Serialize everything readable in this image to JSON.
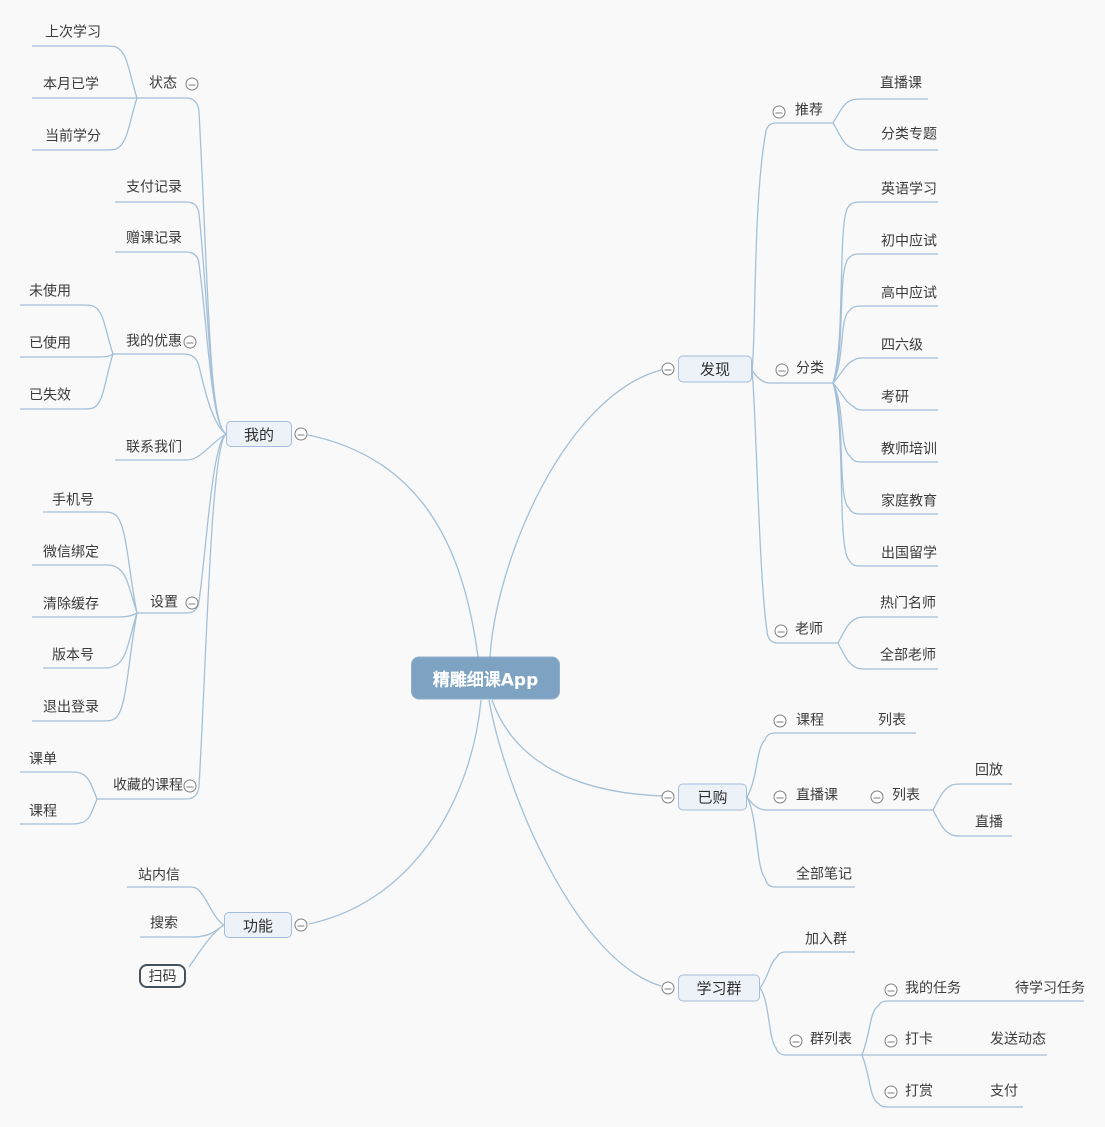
{
  "colors": {
    "background": "#f9f9f9",
    "edge_line": "#a3c0d8",
    "topic_fill": "#ecf2f8",
    "topic_border": "#a3bedb",
    "root_fill": "#7ea3c2",
    "root_text": "#ffffff",
    "scan_border": "#43525c",
    "text": "#3b3b3b",
    "collapse_icon": "#7f7f7f"
  },
  "mindmap": {
    "root": "精雕细课App",
    "my": {
      "label": "我的",
      "status": {
        "label": "状态",
        "children": [
          "上次学习",
          "本月已学",
          "当前学分"
        ]
      },
      "payment_record": "支付记录",
      "gift_record": "赠课记录",
      "coupons": {
        "label": "我的优惠",
        "children": [
          "未使用",
          "已使用",
          "已失效"
        ]
      },
      "contact": "联系我们",
      "settings": {
        "label": "设置",
        "children": [
          "手机号",
          "微信绑定",
          "清除缓存",
          "版本号",
          "退出登录"
        ]
      },
      "favorites": {
        "label": "收藏的课程",
        "children": [
          "课单",
          "课程"
        ]
      }
    },
    "features": {
      "label": "功能",
      "children": [
        "站内信",
        "搜索",
        "扫码"
      ]
    },
    "discover": {
      "label": "发现",
      "recommend": {
        "label": "推荐",
        "children": [
          "直播课",
          "分类专题"
        ]
      },
      "category": {
        "label": "分类",
        "children": [
          "英语学习",
          "初中应试",
          "高中应试",
          "四六级",
          "考研",
          "教师培训",
          "家庭教育",
          "出国留学"
        ]
      },
      "teachers": {
        "label": "老师",
        "children": [
          "热门名师",
          "全部老师"
        ]
      }
    },
    "purchased": {
      "label": "已购",
      "courses": {
        "label": "课程",
        "list": "列表"
      },
      "live": {
        "label": "直播课",
        "list": {
          "label": "列表",
          "children": [
            "回放",
            "直播"
          ]
        }
      },
      "notes": "全部笔记"
    },
    "study_group": {
      "label": "学习群",
      "join": "加入群",
      "group_list": {
        "label": "群列表",
        "my_tasks": {
          "label": "我的任务",
          "child": "待学习任务"
        },
        "check_in": {
          "label": "打卡",
          "child": "发送动态"
        },
        "reward": {
          "label": "打赏",
          "child": "支付"
        }
      }
    }
  }
}
